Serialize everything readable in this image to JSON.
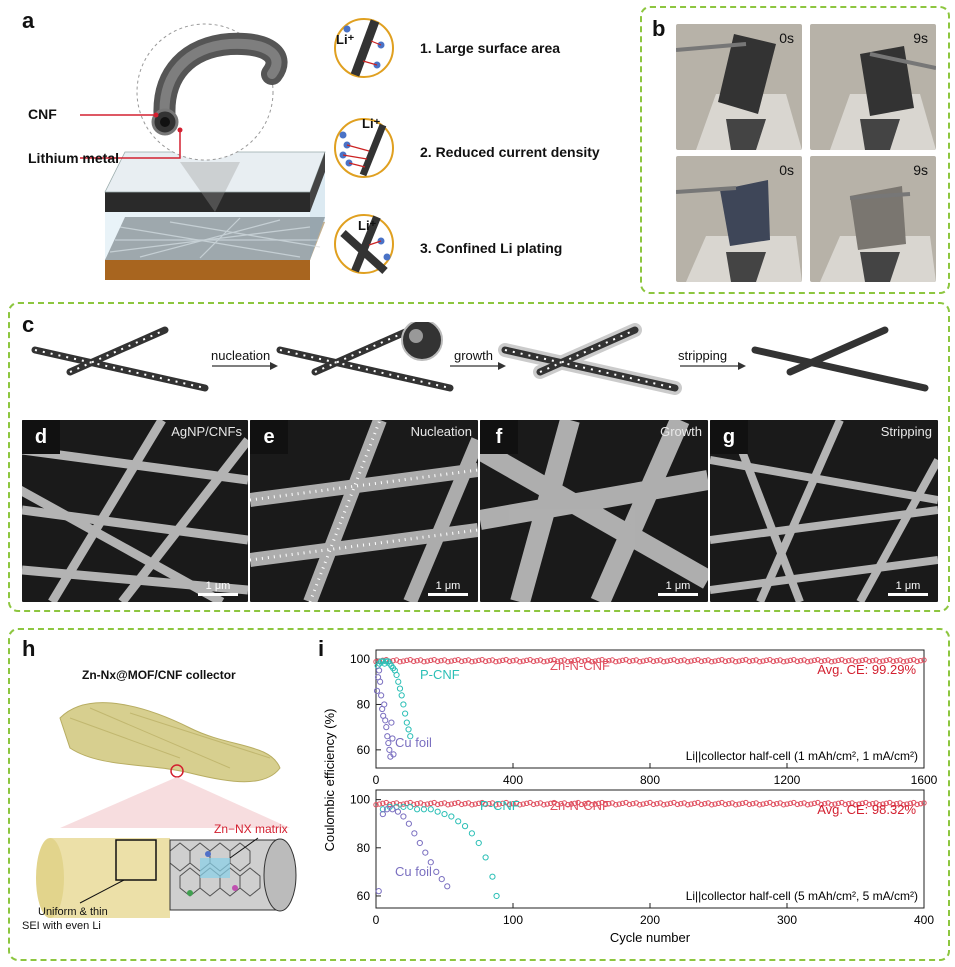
{
  "panel_a": {
    "letter": "a",
    "labels": {
      "cnf": "CNF",
      "lithium": "Lithium metal"
    },
    "items": [
      {
        "text": "1. Large surface area",
        "ion": "Li⁺"
      },
      {
        "text": "2. Reduced current density",
        "ion": "Li⁺"
      },
      {
        "text": "3. Confined Li plating",
        "ion": "Li⁺"
      }
    ]
  },
  "panel_b": {
    "letter": "b",
    "times": [
      "0s",
      "9s",
      "0s",
      "9s"
    ]
  },
  "panel_c": {
    "letter": "c",
    "steps": [
      "nucleation",
      "growth",
      "stripping"
    ]
  },
  "sem": [
    {
      "letter": "d",
      "title": "AgNP/CNFs",
      "scale": "1 μm"
    },
    {
      "letter": "e",
      "title": "Nucleation",
      "scale": "1 μm"
    },
    {
      "letter": "f",
      "title": "Growth",
      "scale": "1 μm"
    },
    {
      "letter": "g",
      "title": "Stripping",
      "scale": "1 μm"
    }
  ],
  "panel_h": {
    "letter": "h",
    "title": "Zn-Nx@MOF/CNF collector",
    "matrix": "Zn−NX matrix",
    "sei_line1": "Uniform & thin",
    "sei_line2": "SEI with even Li"
  },
  "panel_i": {
    "letter": "i",
    "ylabel": "Coulombic efficiency (%)",
    "xlabel": "Cycle number"
  },
  "chart_data": [
    {
      "type": "scatter",
      "xlim": [
        0,
        1600
      ],
      "ylim": [
        52,
        104
      ],
      "xticks": [
        "0",
        "400",
        "800",
        "1200",
        "1600"
      ],
      "yticks": [
        "60",
        "80",
        "100"
      ],
      "condition": "Li||collector half-cell (1 mAh/cm², 1 mA/cm²)",
      "annotation": "Avg. CE: 99.29%",
      "series": [
        {
          "name": "Zn-N-CNF",
          "color": "#e05060",
          "trend": {
            "from": 0,
            "to": 1600,
            "value": 99.29
          }
        },
        {
          "name": "P-CNF",
          "color": "#2bbfb6",
          "x": [
            5,
            10,
            15,
            20,
            25,
            30,
            35,
            40,
            45,
            50,
            55,
            60,
            65,
            70,
            75,
            80,
            85,
            90,
            95,
            100
          ],
          "y": [
            97,
            98,
            99,
            99,
            98,
            99,
            99,
            98,
            97,
            96,
            95,
            93,
            90,
            87,
            84,
            80,
            76,
            72,
            69,
            66
          ]
        },
        {
          "name": "Cu foil",
          "color": "#7a6fc0",
          "x": [
            3,
            6,
            9,
            12,
            15,
            18,
            21,
            24,
            27,
            30,
            33,
            36,
            39,
            42,
            45,
            48,
            51
          ],
          "y": [
            86,
            92,
            95,
            90,
            84,
            78,
            75,
            80,
            73,
            70,
            66,
            63,
            60,
            57,
            72,
            65,
            58
          ]
        }
      ]
    },
    {
      "type": "scatter",
      "xlim": [
        0,
        400
      ],
      "ylim": [
        55,
        104
      ],
      "xticks": [
        "0",
        "100",
        "200",
        "300",
        "400"
      ],
      "yticks": [
        "60",
        "80",
        "100"
      ],
      "condition": "Li||collector half-cell (5 mAh/cm², 5 mA/cm²)",
      "annotation": "Avg. CE: 98.32%",
      "series": [
        {
          "name": "Zn-N-CNF",
          "color": "#e05060",
          "trend": {
            "from": 0,
            "to": 400,
            "value": 98.32
          }
        },
        {
          "name": "P-CNF",
          "color": "#2bbfb6",
          "x": [
            5,
            10,
            15,
            20,
            25,
            30,
            35,
            40,
            45,
            50,
            55,
            60,
            65,
            70,
            75,
            80,
            85,
            88
          ],
          "y": [
            96,
            97,
            97,
            97,
            97,
            96,
            96,
            96,
            95,
            94,
            93,
            91,
            89,
            86,
            82,
            76,
            68,
            60
          ]
        },
        {
          "name": "Cu foil",
          "color": "#7a6fc0",
          "x": [
            2,
            5,
            8,
            12,
            16,
            20,
            24,
            28,
            32,
            36,
            40,
            44,
            48,
            52
          ],
          "y": [
            62,
            94,
            96,
            96,
            95,
            93,
            90,
            86,
            82,
            78,
            74,
            70,
            67,
            64
          ]
        }
      ]
    }
  ]
}
